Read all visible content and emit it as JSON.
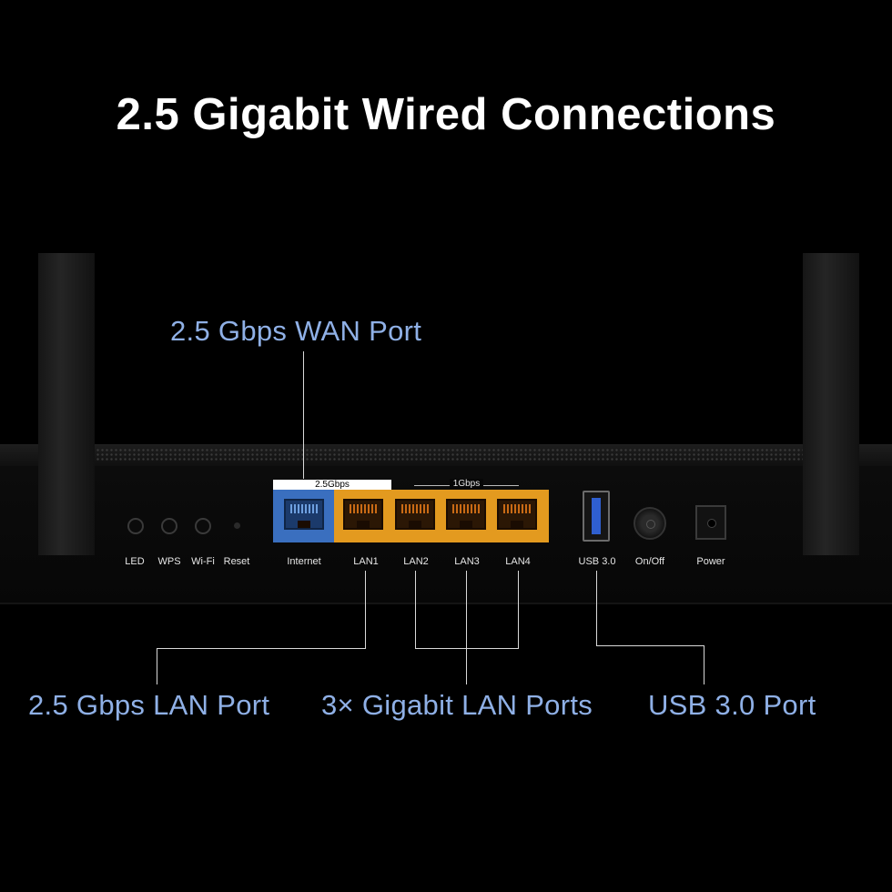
{
  "title": "2.5 Gigabit Wired Connections",
  "callouts": {
    "wan": "2.5 Gbps WAN Port",
    "lan25": "2.5 Gbps LAN Port",
    "gigabit": "3× Gigabit LAN Ports",
    "usb": "USB 3.0 Port"
  },
  "panel_labels": {
    "led": "LED",
    "wps": "WPS",
    "wifi": "Wi-Fi",
    "reset": "Reset",
    "internet": "Internet",
    "lan1": "LAN1",
    "lan2": "LAN2",
    "lan3": "LAN3",
    "lan4": "LAN4",
    "usb": "USB 3.0",
    "onoff": "On/Off",
    "power": "Power"
  },
  "speed_labels": {
    "fast": "2.5Gbps",
    "gigabit": "1Gbps"
  },
  "colors": {
    "callout": "#8fb0e6",
    "wan_port": "#3a6fbf",
    "lan_ports": "#e39a1f",
    "usb_insert": "#2f5fcf"
  }
}
